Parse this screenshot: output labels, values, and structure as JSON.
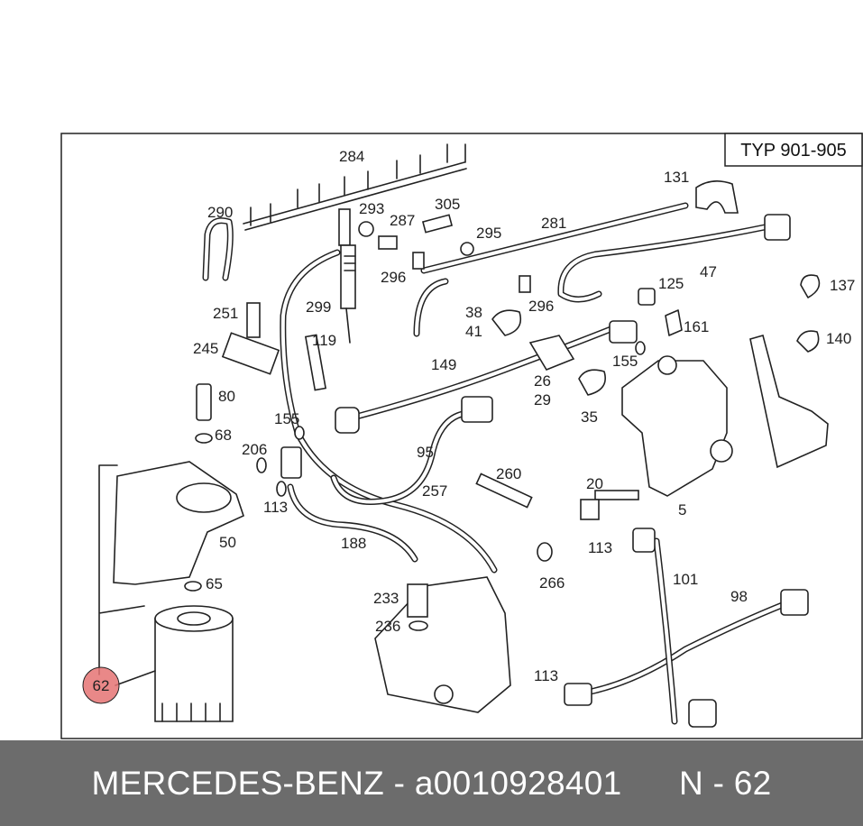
{
  "type_box": {
    "text": "TYP 901-905"
  },
  "highlight": {
    "label": "62",
    "color": "#e57373"
  },
  "callouts": {
    "c284": "284",
    "c290": "290",
    "c293": "293",
    "c287": "287",
    "c305": "305",
    "c295": "295",
    "c281": "281",
    "c131": "131",
    "c296a": "296",
    "c47": "47",
    "c137": "137",
    "c251": "251",
    "c299": "299",
    "c38": "38",
    "c41": "41",
    "c296b": "296",
    "c125": "125",
    "c245": "245",
    "c119": "119",
    "c161": "161",
    "c140": "140",
    "c149": "149",
    "c155a": "155",
    "c80": "80",
    "c26": "26",
    "c29": "29",
    "c155b": "155",
    "c35": "35",
    "c68": "68",
    "c206": "206",
    "c95": "95",
    "c113a": "113",
    "c257": "257",
    "c260": "260",
    "c20": "20",
    "c5": "5",
    "c50": "50",
    "c188": "188",
    "c113b": "113",
    "c266": "266",
    "c65": "65",
    "c233": "233",
    "c101": "101",
    "c98": "98",
    "c236": "236",
    "c113c": "113"
  },
  "footer": {
    "brand": "MERCEDES-BENZ",
    "part_number": "a0010928401",
    "position": "N - 62",
    "separator": " - ",
    "gap": "      "
  },
  "colors": {
    "footer_bg": "#6c6c6c",
    "line": "#222222"
  }
}
